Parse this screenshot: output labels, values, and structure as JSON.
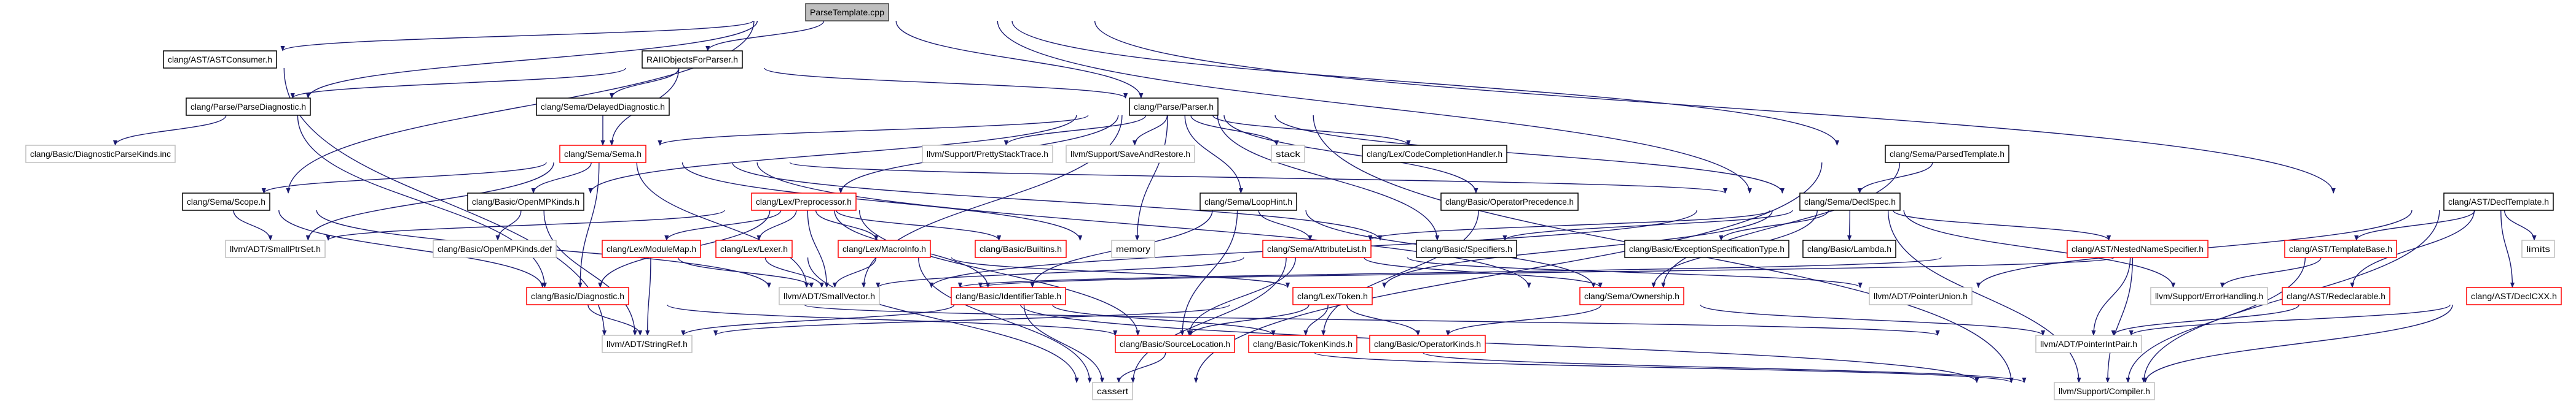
{
  "graph": {
    "edge_color": "#191970",
    "border_colors": {
      "normal": "#000000",
      "truncated": "#ff0000",
      "external": "#bfbfbf"
    },
    "root_fill": "#bfbfbf",
    "nodes": [
      {
        "id": "root",
        "label": "ParseTemplate.cpp",
        "kind": "root"
      },
      {
        "id": "astconsumer",
        "label": "clang/AST/ASTConsumer.h",
        "kind": "normal"
      },
      {
        "id": "raii",
        "label": "RAIIObjectsForParser.h",
        "kind": "normal"
      },
      {
        "id": "parsediag",
        "label": "clang/Parse/ParseDiagnostic.h",
        "kind": "normal"
      },
      {
        "id": "delayed",
        "label": "clang/Sema/DelayedDiagnostic.h",
        "kind": "normal"
      },
      {
        "id": "parser",
        "label": "clang/Parse/Parser.h",
        "kind": "normal"
      },
      {
        "id": "diagparsekinds",
        "label": "clang/Basic/DiagnosticParseKinds.inc",
        "kind": "external"
      },
      {
        "id": "sema",
        "label": "clang/Sema/Sema.h",
        "kind": "truncated"
      },
      {
        "id": "prettystack",
        "label": "llvm/Support/PrettyStackTrace.h",
        "kind": "external"
      },
      {
        "id": "saverestore",
        "label": "llvm/Support/SaveAndRestore.h",
        "kind": "external"
      },
      {
        "id": "stack",
        "label": "stack",
        "kind": "external"
      },
      {
        "id": "codecompl",
        "label": "clang/Lex/CodeCompletionHandler.h",
        "kind": "normal"
      },
      {
        "id": "parsedtemplate",
        "label": "clang/Sema/ParsedTemplate.h",
        "kind": "normal"
      },
      {
        "id": "scope",
        "label": "clang/Sema/Scope.h",
        "kind": "normal"
      },
      {
        "id": "openmpkinds",
        "label": "clang/Basic/OpenMPKinds.h",
        "kind": "normal"
      },
      {
        "id": "preprocessor",
        "label": "clang/Lex/Preprocessor.h",
        "kind": "truncated"
      },
      {
        "id": "loophint",
        "label": "clang/Sema/LoopHint.h",
        "kind": "normal"
      },
      {
        "id": "opprec",
        "label": "clang/Basic/OperatorPrecedence.h",
        "kind": "normal"
      },
      {
        "id": "declspec",
        "label": "clang/Sema/DeclSpec.h",
        "kind": "normal"
      },
      {
        "id": "decltemplate",
        "label": "clang/AST/DeclTemplate.h",
        "kind": "normal"
      },
      {
        "id": "smallptrset",
        "label": "llvm/ADT/SmallPtrSet.h",
        "kind": "external"
      },
      {
        "id": "openmpdef",
        "label": "clang/Basic/OpenMPKinds.def",
        "kind": "external"
      },
      {
        "id": "modulemap",
        "label": "clang/Lex/ModuleMap.h",
        "kind": "truncated"
      },
      {
        "id": "lexer",
        "label": "clang/Lex/Lexer.h",
        "kind": "truncated"
      },
      {
        "id": "macroinfo",
        "label": "clang/Lex/MacroInfo.h",
        "kind": "truncated"
      },
      {
        "id": "builtins",
        "label": "clang/Basic/Builtins.h",
        "kind": "truncated"
      },
      {
        "id": "memory",
        "label": "memory",
        "kind": "external"
      },
      {
        "id": "attrlist",
        "label": "clang/Sema/AttributeList.h",
        "kind": "truncated"
      },
      {
        "id": "specifiers",
        "label": "clang/Basic/Specifiers.h",
        "kind": "normal"
      },
      {
        "id": "excspec",
        "label": "clang/Basic/ExceptionSpecificationType.h",
        "kind": "normal"
      },
      {
        "id": "lambda",
        "label": "clang/Basic/Lambda.h",
        "kind": "normal"
      },
      {
        "id": "nns",
        "label": "clang/AST/NestedNameSpecifier.h",
        "kind": "truncated"
      },
      {
        "id": "templatebase",
        "label": "clang/AST/TemplateBase.h",
        "kind": "truncated"
      },
      {
        "id": "limits",
        "label": "limits",
        "kind": "external"
      },
      {
        "id": "diagnostic",
        "label": "clang/Basic/Diagnostic.h",
        "kind": "truncated"
      },
      {
        "id": "smallvector",
        "label": "llvm/ADT/SmallVector.h",
        "kind": "external"
      },
      {
        "id": "identtable",
        "label": "clang/Basic/IdentifierTable.h",
        "kind": "truncated"
      },
      {
        "id": "token",
        "label": "clang/Lex/Token.h",
        "kind": "truncated"
      },
      {
        "id": "ownership",
        "label": "clang/Sema/Ownership.h",
        "kind": "truncated"
      },
      {
        "id": "pointerunion",
        "label": "llvm/ADT/PointerUnion.h",
        "kind": "external"
      },
      {
        "id": "errorhandling",
        "label": "llvm/Support/ErrorHandling.h",
        "kind": "external"
      },
      {
        "id": "redeclarable",
        "label": "clang/AST/Redeclarable.h",
        "kind": "truncated"
      },
      {
        "id": "declcxx",
        "label": "clang/AST/DeclCXX.h",
        "kind": "truncated"
      },
      {
        "id": "stringref",
        "label": "llvm/ADT/StringRef.h",
        "kind": "external"
      },
      {
        "id": "sourceloc",
        "label": "clang/Basic/SourceLocation.h",
        "kind": "truncated"
      },
      {
        "id": "tokenkinds",
        "label": "clang/Basic/TokenKinds.h",
        "kind": "truncated"
      },
      {
        "id": "opkinds",
        "label": "clang/Basic/OperatorKinds.h",
        "kind": "truncated"
      },
      {
        "id": "pointerintpair",
        "label": "llvm/ADT/PointerIntPair.h",
        "kind": "external"
      },
      {
        "id": "cassert",
        "label": "cassert",
        "kind": "external"
      },
      {
        "id": "compiler",
        "label": "llvm/Support/Compiler.h",
        "kind": "external"
      }
    ],
    "edges": [
      [
        "root",
        "astconsumer"
      ],
      [
        "root",
        "parsediag"
      ],
      [
        "root",
        "scope"
      ],
      [
        "root",
        "raii"
      ],
      [
        "root",
        "parser"
      ],
      [
        "root",
        "declspec"
      ],
      [
        "root",
        "parsedtemplate"
      ],
      [
        "root",
        "decltemplate"
      ],
      [
        "astconsumer",
        "stringref"
      ],
      [
        "raii",
        "parsediag"
      ],
      [
        "raii",
        "delayed"
      ],
      [
        "raii",
        "sema"
      ],
      [
        "raii",
        "parser"
      ],
      [
        "parsediag",
        "diagparsekinds"
      ],
      [
        "parsediag",
        "diagnostic"
      ],
      [
        "delayed",
        "sema"
      ],
      [
        "parser",
        "sema"
      ],
      [
        "parser",
        "prettystack"
      ],
      [
        "parser",
        "saverestore"
      ],
      [
        "parser",
        "stack"
      ],
      [
        "parser",
        "codecompl"
      ],
      [
        "parser",
        "loophint"
      ],
      [
        "parser",
        "opprec"
      ],
      [
        "parser",
        "declspec"
      ],
      [
        "parser",
        "preprocessor"
      ],
      [
        "parser",
        "openmpkinds"
      ],
      [
        "parser",
        "specifiers"
      ],
      [
        "parser",
        "memory"
      ],
      [
        "parser",
        "smallvector"
      ],
      [
        "parser",
        "compiler"
      ],
      [
        "sema",
        "scope"
      ],
      [
        "sema",
        "openmpkinds"
      ],
      [
        "sema",
        "smallptrset"
      ],
      [
        "sema",
        "smallvector"
      ],
      [
        "sema",
        "declspec"
      ],
      [
        "sema",
        "specifiers"
      ],
      [
        "sema",
        "memory"
      ],
      [
        "sema",
        "ownership"
      ],
      [
        "sema",
        "diagnostic"
      ],
      [
        "scope",
        "smallptrset"
      ],
      [
        "scope",
        "smallvector"
      ],
      [
        "scope",
        "diagnostic"
      ],
      [
        "openmpkinds",
        "openmpdef"
      ],
      [
        "openmpkinds",
        "stringref"
      ],
      [
        "preprocessor",
        "smallptrset"
      ],
      [
        "preprocessor",
        "modulemap"
      ],
      [
        "preprocessor",
        "lexer"
      ],
      [
        "preprocessor",
        "macroinfo"
      ],
      [
        "preprocessor",
        "builtins"
      ],
      [
        "preprocessor",
        "smallvector"
      ],
      [
        "preprocessor",
        "diagnostic"
      ],
      [
        "preprocessor",
        "identtable"
      ],
      [
        "preprocessor",
        "sourceloc"
      ],
      [
        "modulemap",
        "stringref"
      ],
      [
        "modulemap",
        "smallvector"
      ],
      [
        "lexer",
        "smallvector"
      ],
      [
        "lexer",
        "cassert"
      ],
      [
        "macroinfo",
        "smallvector"
      ],
      [
        "macroinfo",
        "token"
      ],
      [
        "macroinfo",
        "cassert"
      ],
      [
        "loophint",
        "attrlist"
      ],
      [
        "loophint",
        "sourceloc"
      ],
      [
        "loophint",
        "identtable"
      ],
      [
        "loophint",
        "ownership"
      ],
      [
        "opprec",
        "tokenkinds"
      ],
      [
        "declspec",
        "excspec"
      ],
      [
        "declspec",
        "lambda"
      ],
      [
        "declspec",
        "nns"
      ],
      [
        "declspec",
        "errorhandling"
      ],
      [
        "declspec",
        "attrlist"
      ],
      [
        "declspec",
        "specifiers"
      ],
      [
        "declspec",
        "token"
      ],
      [
        "declspec",
        "ownership"
      ],
      [
        "declspec",
        "smallvector"
      ],
      [
        "declspec",
        "compiler"
      ],
      [
        "parsedtemplate",
        "declspec"
      ],
      [
        "parsedtemplate",
        "ownership"
      ],
      [
        "parsedtemplate",
        "cassert"
      ],
      [
        "decltemplate",
        "templatebase"
      ],
      [
        "decltemplate",
        "redeclarable"
      ],
      [
        "decltemplate",
        "declcxx"
      ],
      [
        "decltemplate",
        "limits"
      ],
      [
        "decltemplate",
        "pointerunion"
      ],
      [
        "decltemplate",
        "compiler"
      ],
      [
        "attrlist",
        "smallvector"
      ],
      [
        "attrlist",
        "ownership"
      ],
      [
        "attrlist",
        "sourceloc"
      ],
      [
        "attrlist",
        "cassert"
      ],
      [
        "attrlist",
        "pointerunion"
      ],
      [
        "nns",
        "smallvector"
      ],
      [
        "nns",
        "pointerintpair"
      ],
      [
        "nns",
        "compiler"
      ],
      [
        "templatebase",
        "smallvector"
      ],
      [
        "templatebase",
        "errorhandling"
      ],
      [
        "templatebase",
        "compiler"
      ],
      [
        "diagnostic",
        "sourceloc"
      ],
      [
        "diagnostic",
        "pointerintpair"
      ],
      [
        "diagnostic",
        "stringref"
      ],
      [
        "smallvector",
        "compiler"
      ],
      [
        "identtable",
        "tokenkinds"
      ],
      [
        "identtable",
        "stringref"
      ],
      [
        "identtable",
        "cassert"
      ],
      [
        "token",
        "sourceloc"
      ],
      [
        "token",
        "tokenkinds"
      ],
      [
        "token",
        "opkinds"
      ],
      [
        "token",
        "stringref"
      ],
      [
        "ownership",
        "pointerintpair"
      ],
      [
        "ownership",
        "opkinds"
      ],
      [
        "redeclarable",
        "pointerintpair"
      ],
      [
        "declcxx",
        "pointerintpair"
      ],
      [
        "declcxx",
        "compiler"
      ],
      [
        "sourceloc",
        "cassert"
      ],
      [
        "sourceloc",
        "compiler"
      ],
      [
        "tokenkinds",
        "compiler"
      ]
    ]
  }
}
